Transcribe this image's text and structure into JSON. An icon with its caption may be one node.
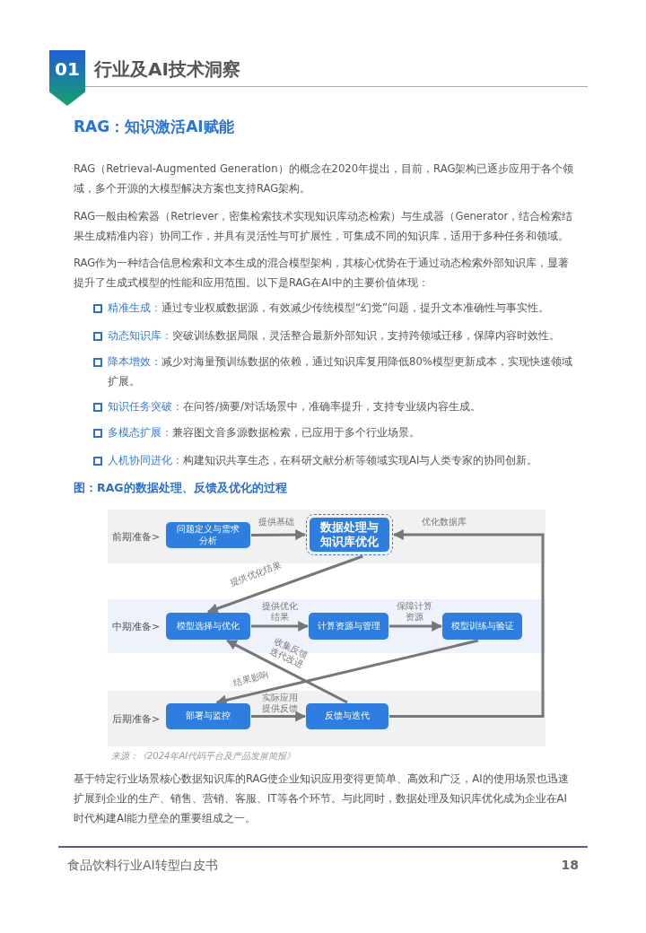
{
  "diagram": {
    "title": "图：RAG的数据处理、反馈及优化的过程",
    "caption": "来源：《2024年AI代码平台及产品发展简报》",
    "nodes": [
      {
        "text": [
          "前期准备>"
        ]
      },
      {
        "text": [
          "问题定义与需求分析"
        ],
        "in": 0
      },
      {
        "text": [
          "数据处理与知识库优化"
        ],
        "in": 0
      },
      {
        "text": [
          "中期准备>"
        ]
      },
      {
        "text": [
          "模型选择与优化"
        ],
        "in": 3
      },
      {
        "text": [
          "计算资源与管理"
        ],
        "in": 3
      },
      {
        "text": [
          "模型训练与验证"
        ],
        "in": 3
      },
      {
        "text": [
          "后期准备>"
        ]
      },
      {
        "text": [
          "部署与监控"
        ],
        "in": 7
      },
      {
        "text": [
          "反馈与迭代"
        ],
        "in": 7
      }
    ],
    "edges": [
      {
        "from": 1,
        "to": 2,
        "arrow": "to",
        "label": "提供基础"
      },
      {
        "from": 2,
        "to": 4,
        "arrow": "to",
        "label": "提供优化结果"
      },
      {
        "from": 4,
        "to": 5,
        "arrow": "to",
        "label": "提供优化结果"
      },
      {
        "from": 5,
        "to": 6,
        "arrow": "to",
        "label": "保障计算资源"
      },
      {
        "from": 6,
        "to": 8,
        "arrow": "to",
        "label": "结果影响"
      },
      {
        "from": 8,
        "to": 9,
        "arrow": "to",
        "label": "实际应用提供反馈"
      },
      {
        "from": 9,
        "to": 4,
        "arrow": "to",
        "label": "收集反馈迭代改进"
      },
      {
        "from": 9,
        "to": 2,
        "arrow": "to",
        "label": "优化数据库"
      }
    ],
    "labels": [
      "01",
      "行业及AI技术洞察",
      "RAG：知识激活AI赋能",
      "RAG（Retrieval-Augmented Generation）的概念在2020年提出，目前，RAG架构已逐步应用于各个领域，多个开源的大模型解决方案也支持RAG架构。",
      "RAG一般由检索器（Retriever，密集检索技术实现知识库动态检索）与生成器（Generator，结合检索结果生成精准内容）协同工作，并具有灵活性与可扩展性，可集成不同的知识库，适用于多种任务和领域。",
      "RAG作为一种结合信息检索和文本生成的混合模型架构，其核心优势在于通过动态检索外部知识库，显著提升了生成式模型的性能和应用范围。以下是RAG在AI中的主要价值体现：",
      "精准生成：",
      "通过专业权威数据源，有效减少传统模型“幻觉”问题，提升文本准确性与事实性。",
      "动态知识库：",
      "突破训练数据局限，灵活整合最新外部知识，支持跨领域迁移，保障内容时效性。",
      "降本增效：",
      "减少对海量预训练数据的依赖，通过知识库复用降低80%模型更新成本，实现快速领域扩展。",
      "知识任务突破：",
      "在问答/摘要/对话场景中，准确率提升，支持专业级内容生成。",
      "多模态扩展：",
      "兼容图文音多源数据检索，已应用于多个行业场景。",
      "人机协同进化：",
      "构建知识共享生态，在科研文献分析等领域实现AI与人类专家的协同创新。",
      "基于特定行业场景核心数据知识库的RAG使企业知识应用变得更简单、高效和广泛，AI的使用场景也迅速扩展到企业的生产、销售、营销、客服、IT等各个环节。与此同时，数据处理及知识库优化成为企业在AI时代构建AI能力壁垒的重要组成之一。",
      "食品饮料行业AI转型白皮书",
      "18"
    ]
  }
}
